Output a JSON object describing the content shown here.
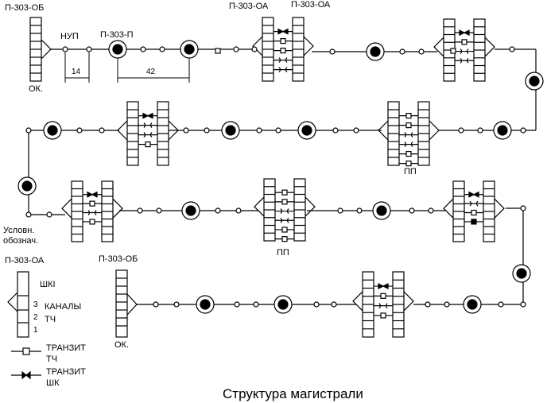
{
  "labels": {
    "p303ob_top": "П-303-ОБ",
    "nup": "НУП",
    "p303p": "П-303-П",
    "p303oa_1": "П-303-ОА",
    "p303oa_2": "П-303-ОА",
    "ok_top": "ОК.",
    "dist_14": "14",
    "dist_42": "42",
    "pp_1": "ПП",
    "pp_2": "ПП",
    "legend_title_1": "Условн.",
    "legend_title_2": "обознач.",
    "legend_p303oa": "П-303-ОА",
    "legend_p303ob": "П-303-ОБ",
    "legend_shk": "ШКI",
    "legend_ch3": "3",
    "legend_ch2": "2",
    "legend_ch1": "1",
    "legend_channels_1": "КАНАЛЫ",
    "legend_channels_2": "ТЧ",
    "ok_bottom": "ОК.",
    "transit_tch_1": "ТРАНЗИТ",
    "transit_tch_2": "ТЧ",
    "transit_shk_1": "ТРАНЗИТ",
    "transit_shk_2": "ШК",
    "caption": "Структура магистрали"
  }
}
